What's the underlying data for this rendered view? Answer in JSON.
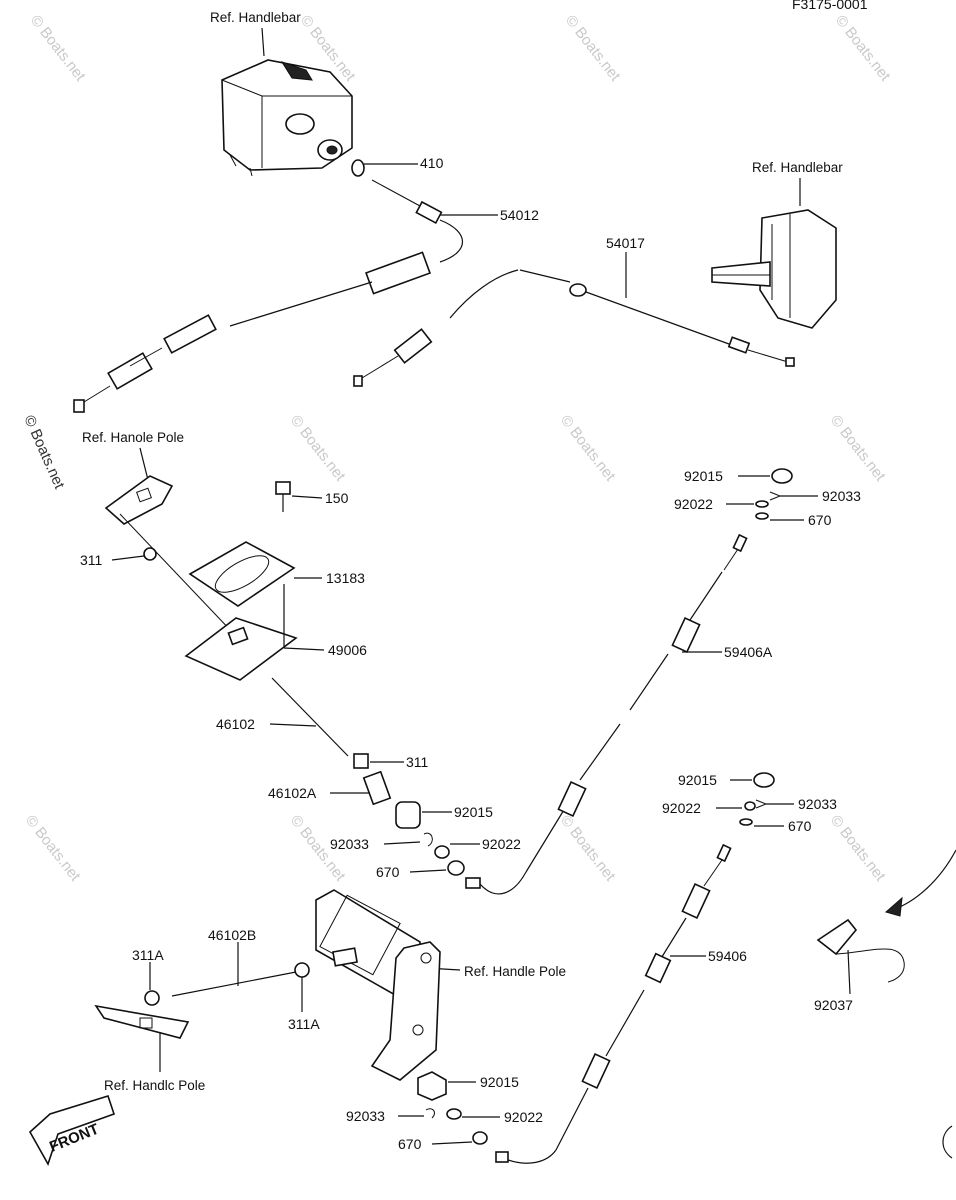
{
  "figure_code": "F3175-0001",
  "watermark": "© Boats.net",
  "refs": {
    "handlebar_1": "Ref. Handlebar",
    "handlebar_2": "Ref. Handlebar",
    "handle_pole_1": "Ref. Hanole Pole",
    "handle_pole_2": "Ref. Handle Pole",
    "handle_pole_3": "Ref. Handlc Pole"
  },
  "parts": {
    "p410": "410",
    "p54012": "54012",
    "p54017": "54017",
    "p150": "150",
    "p311_a": "311",
    "p13183": "13183",
    "p49006": "49006",
    "p46102": "46102",
    "p311_b": "311",
    "p46102A": "46102A",
    "p92015_a": "92015",
    "p92033_a": "92033",
    "p92022_a": "92022",
    "p670_a": "670",
    "p92015_b": "92015",
    "p92022_b": "92022",
    "p92033_b": "92033",
    "p670_b": "670",
    "p59406A": "59406A",
    "p92015_c": "92015",
    "p92022_c": "92022",
    "p92033_c": "92033",
    "p670_c": "670",
    "p59406": "59406",
    "p92037": "92037",
    "p311A_a": "311A",
    "p46102B": "46102B",
    "p311A_b": "311A",
    "p92015_d": "92015",
    "p92033_d": "92033",
    "p92022_d": "92022",
    "p670_d": "670"
  },
  "front_label": "FRONT"
}
